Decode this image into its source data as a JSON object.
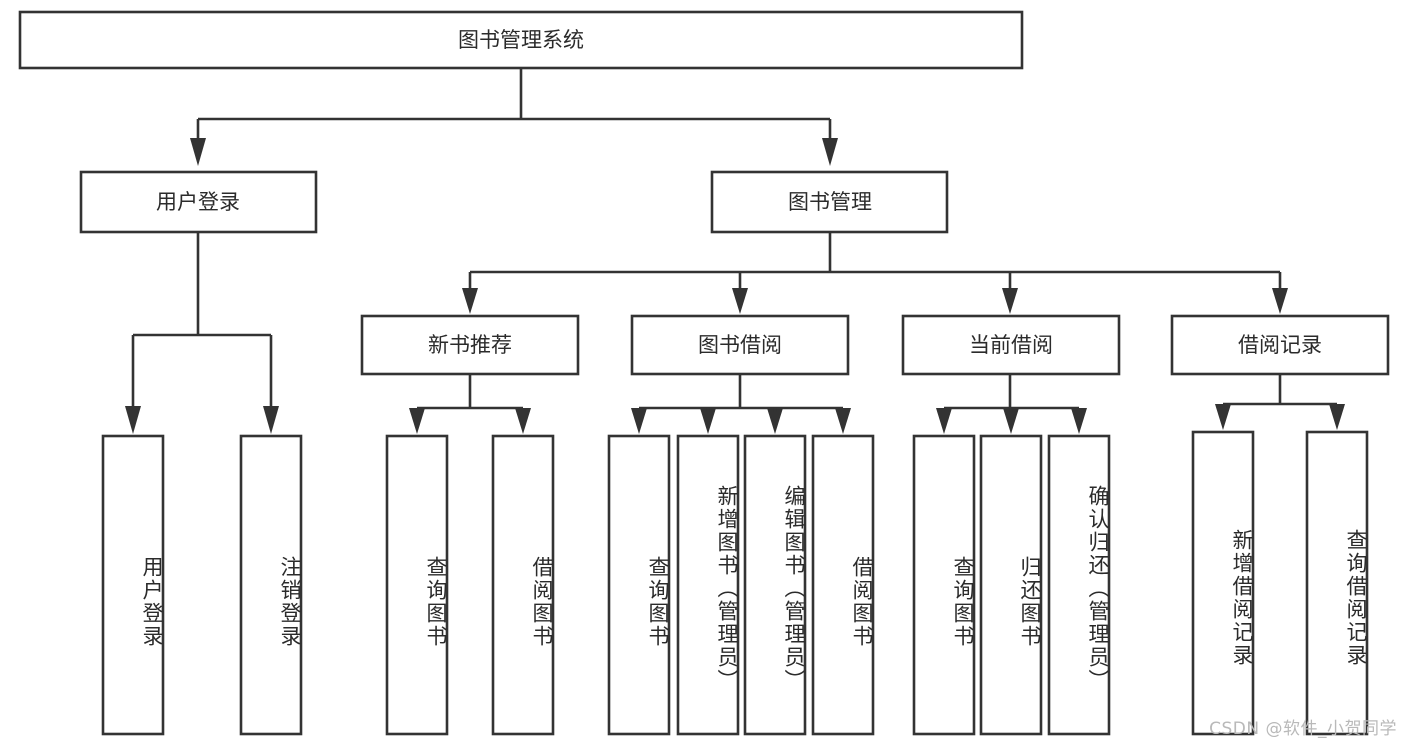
{
  "diagram": {
    "title": "图书管理系统",
    "type": "tree",
    "colors": {
      "box_stroke": "#333333",
      "box_fill": "#ffffff",
      "text": "#2b2b2b",
      "connector": "#333333",
      "watermark": "#b9b9b9",
      "background": "#ffffff"
    },
    "root": {
      "label": "图书管理系统",
      "orientation": "horizontal"
    },
    "level1": [
      {
        "label": "用户登录",
        "orientation": "horizontal"
      },
      {
        "label": "图书管理",
        "orientation": "horizontal"
      }
    ],
    "level2": [
      {
        "label": "新书推荐",
        "orientation": "horizontal",
        "parent": "图书管理"
      },
      {
        "label": "图书借阅",
        "orientation": "horizontal",
        "parent": "图书管理"
      },
      {
        "label": "当前借阅",
        "orientation": "horizontal",
        "parent": "图书管理"
      },
      {
        "label": "借阅记录",
        "orientation": "horizontal",
        "parent": "图书管理"
      }
    ],
    "leaves": {
      "用户登录": [
        {
          "label": "用户登录",
          "orientation": "vertical"
        },
        {
          "label": "注销登录",
          "orientation": "vertical"
        }
      ],
      "新书推荐": [
        {
          "label": "查询图书",
          "orientation": "vertical"
        },
        {
          "label": "借阅图书",
          "orientation": "vertical"
        }
      ],
      "图书借阅": [
        {
          "label": "查询图书",
          "orientation": "vertical"
        },
        {
          "label": "新增图书（管理员）",
          "orientation": "vertical"
        },
        {
          "label": "编辑图书（管理员）",
          "orientation": "vertical"
        },
        {
          "label": "借阅图书",
          "orientation": "vertical"
        }
      ],
      "当前借阅": [
        {
          "label": "查询图书",
          "orientation": "vertical"
        },
        {
          "label": "归还图书",
          "orientation": "vertical"
        },
        {
          "label": "确认归还（管理员）",
          "orientation": "vertical"
        }
      ],
      "借阅记录": [
        {
          "label": "新增借阅记录",
          "orientation": "vertical"
        },
        {
          "label": "查询借阅记录",
          "orientation": "vertical"
        }
      ]
    }
  },
  "watermark": {
    "text": "CSDN @软件_小贺同学"
  }
}
